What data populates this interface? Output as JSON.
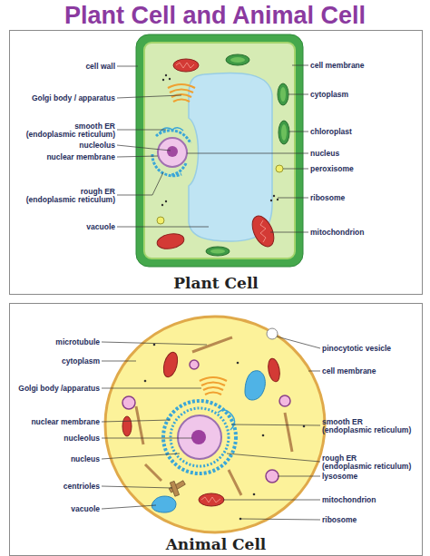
{
  "diagram": {
    "title": "Plant Cell and Animal Cell",
    "nodes": [
      {
        "text": [
          "Plant Cell"
        ]
      },
      {
        "text": [
          "Animal Cell"
        ]
      }
    ],
    "labels": [
      "cell wall",
      "Golgi body / apparatus",
      "smooth ER",
      "(endoplasmic reticulum)",
      "nucleolus",
      "nuclear membrane",
      "rough ER",
      "(endoplasmic reticulum)",
      "vacuole",
      "cell membrane",
      "cytoplasm",
      "chloroplast",
      "nucleus",
      "peroxisome",
      "ribosome",
      "mitochondrion",
      "microtubule",
      "cytoplasm",
      "Golgi body /apparatus",
      "nuclear membrane",
      "nucleolus",
      "nucleus",
      "centrioles",
      "vacuole",
      "pinocytotic vesicle",
      "cell membrane",
      "smooth ER",
      "(endoplasmic reticulum)",
      "rough ER",
      "(endoplasmic reticulum)",
      "lysosome",
      "mitochondrion",
      "ribosome"
    ]
  }
}
